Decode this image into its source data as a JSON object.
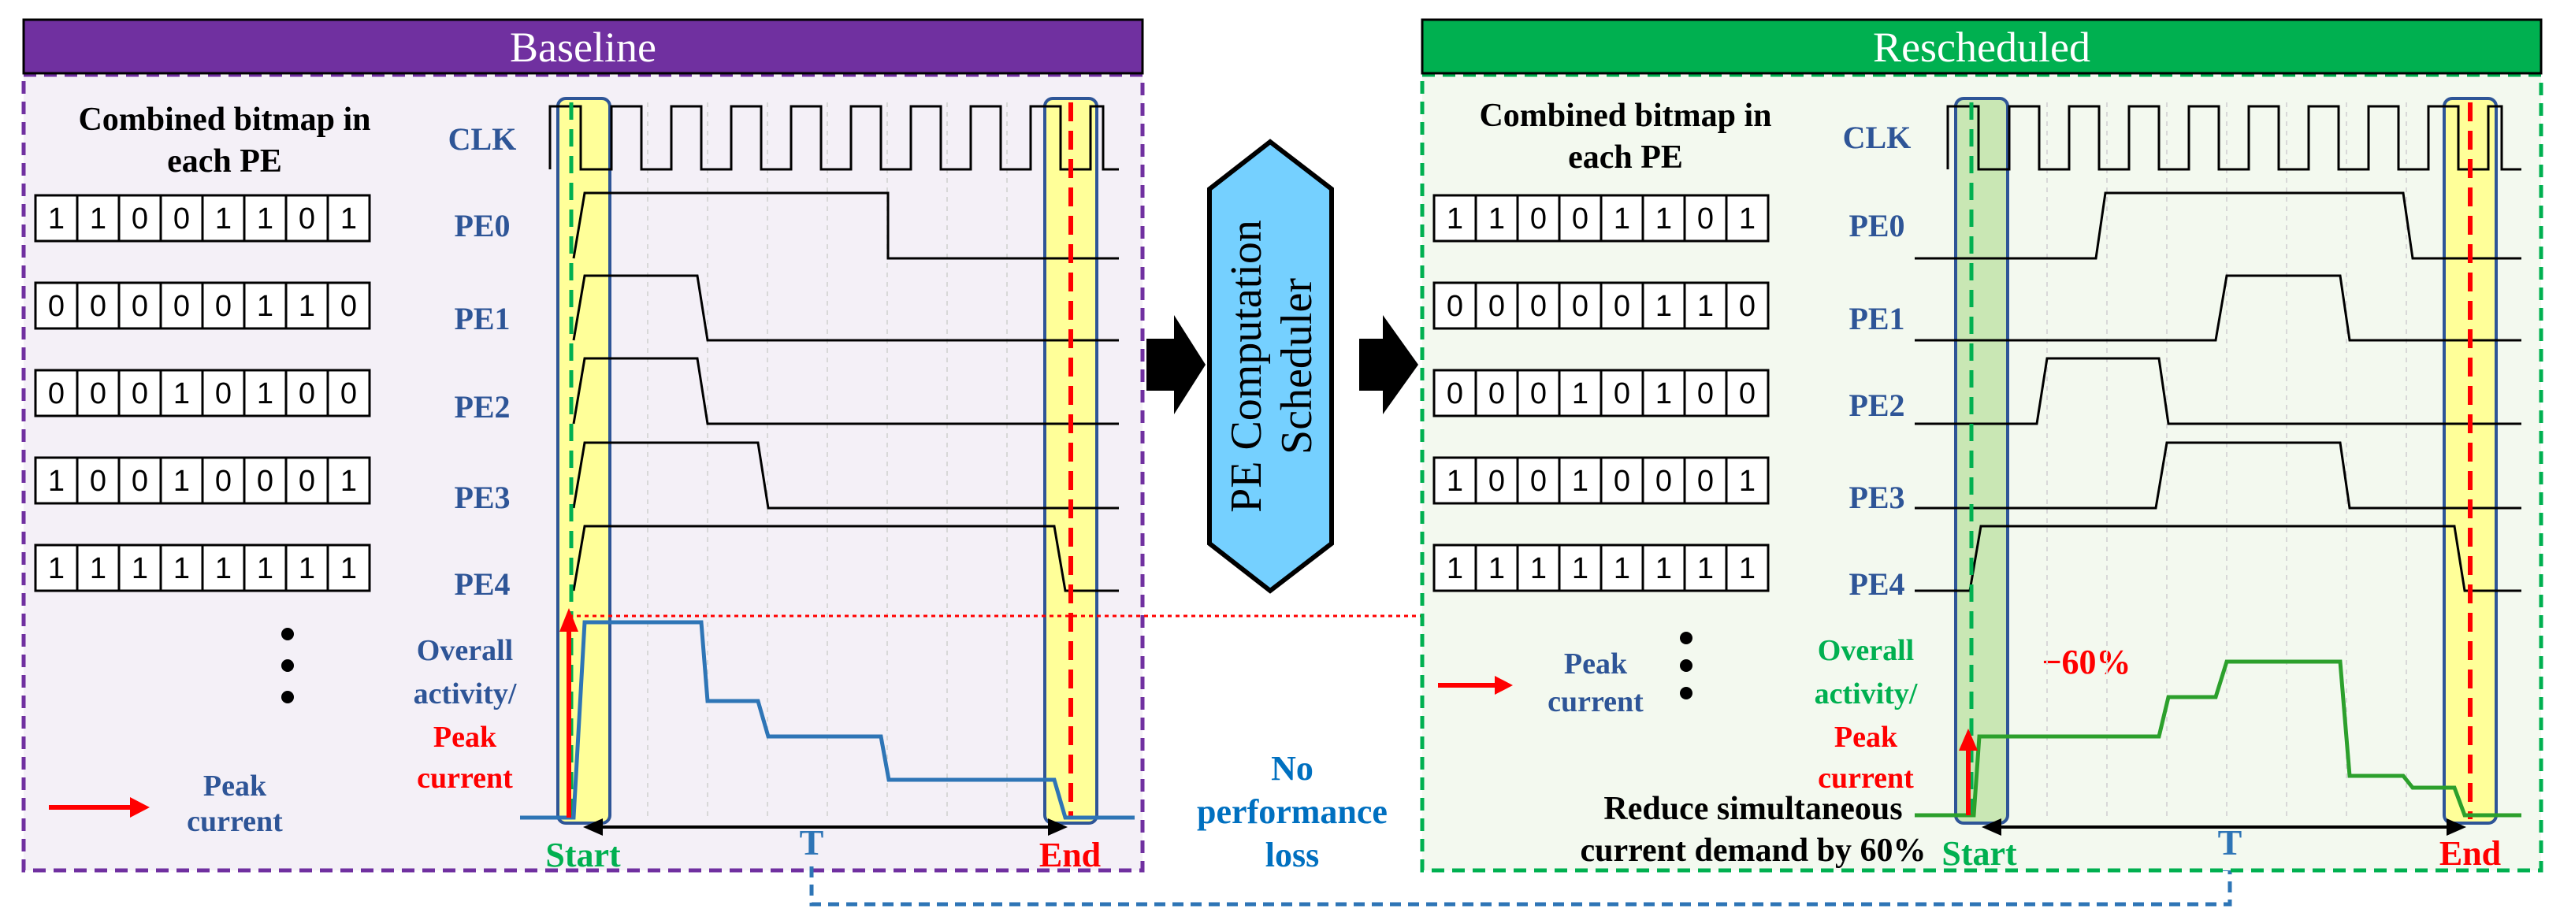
{
  "panels": {
    "baseline": {
      "title": "Baseline",
      "bitmap_heading": [
        "Combined bitmap in",
        "each PE"
      ],
      "signal_labels": [
        "CLK",
        "PE0",
        "PE1",
        "PE2",
        "PE3",
        "PE4"
      ],
      "bitmaps": [
        [
          "1",
          "1",
          "0",
          "0",
          "1",
          "1",
          "0",
          "1"
        ],
        [
          "0",
          "0",
          "0",
          "0",
          "0",
          "1",
          "1",
          "0"
        ],
        [
          "0",
          "0",
          "0",
          "1",
          "0",
          "1",
          "0",
          "0"
        ],
        [
          "1",
          "0",
          "0",
          "1",
          "0",
          "0",
          "0",
          "1"
        ],
        [
          "1",
          "1",
          "1",
          "1",
          "1",
          "1",
          "1",
          "1"
        ]
      ],
      "activity_label": [
        "Overall",
        "activity/"
      ],
      "peak_label": [
        "Peak",
        "current"
      ],
      "legend_label": [
        "Peak",
        "current"
      ],
      "start_label": "Start",
      "end_label": "End",
      "t_label": "T"
    },
    "rescheduled": {
      "title": "Rescheduled",
      "bitmap_heading": [
        "Combined bitmap in",
        "each PE"
      ],
      "signal_labels": [
        "CLK",
        "PE0",
        "PE1",
        "PE2",
        "PE3",
        "PE4"
      ],
      "bitmaps": [
        [
          "1",
          "1",
          "0",
          "0",
          "1",
          "1",
          "0",
          "1"
        ],
        [
          "0",
          "0",
          "0",
          "0",
          "0",
          "1",
          "1",
          "0"
        ],
        [
          "0",
          "0",
          "0",
          "1",
          "0",
          "1",
          "0",
          "0"
        ],
        [
          "1",
          "0",
          "0",
          "1",
          "0",
          "0",
          "0",
          "1"
        ],
        [
          "1",
          "1",
          "1",
          "1",
          "1",
          "1",
          "1",
          "1"
        ]
      ],
      "activity_label": [
        "Overall",
        "activity/"
      ],
      "peak_label": [
        "Peak",
        "current"
      ],
      "legend_label": [
        "Peak",
        "current"
      ],
      "start_label": "Start",
      "end_label": "End",
      "t_label": "T",
      "reduction_label": "−60%",
      "summary": [
        "Reduce simultaneous",
        "current demand by 60%"
      ]
    }
  },
  "scheduler": {
    "label": [
      "PE Computation",
      "Scheduler"
    ]
  },
  "no_loss_label": [
    "No",
    "performance",
    "loss"
  ],
  "colors": {
    "baseline_header": "#7030a0",
    "rescheduled_header": "#00b050",
    "baseline_bg": "#f4f0f7",
    "rescheduled_bg": "#f3f9ef",
    "label_blue": "#2e5597",
    "peak_red": "#ff0000",
    "activity_blue": "#2e75b6",
    "activity_green": "#2ca02c",
    "window_fill": "#ffff99",
    "window_fill_green": "#c9e7b4",
    "scheduler_fill": "#75d0ff",
    "no_loss_blue": "#0070c0",
    "start_green": "#00b050"
  }
}
